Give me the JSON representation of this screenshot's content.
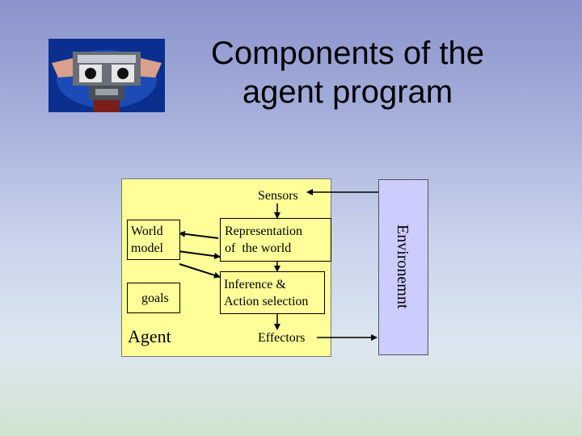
{
  "slide": {
    "title_line1": "Components of the",
    "title_line2": "agent program"
  },
  "diagram": {
    "sensors": "Sensors",
    "world_model_line1": "World",
    "world_model_line2": "model",
    "goals": "goals",
    "agent": "Agent",
    "representation_line1": "Representation",
    "representation_line2": "of  the world",
    "inference_line1": "Inference &",
    "inference_line2": "Action selection",
    "effectors": "Effectors",
    "environment": "Environemnt"
  },
  "colors": {
    "agent_fill": "#ffff99",
    "environment_fill": "#ccccff"
  }
}
